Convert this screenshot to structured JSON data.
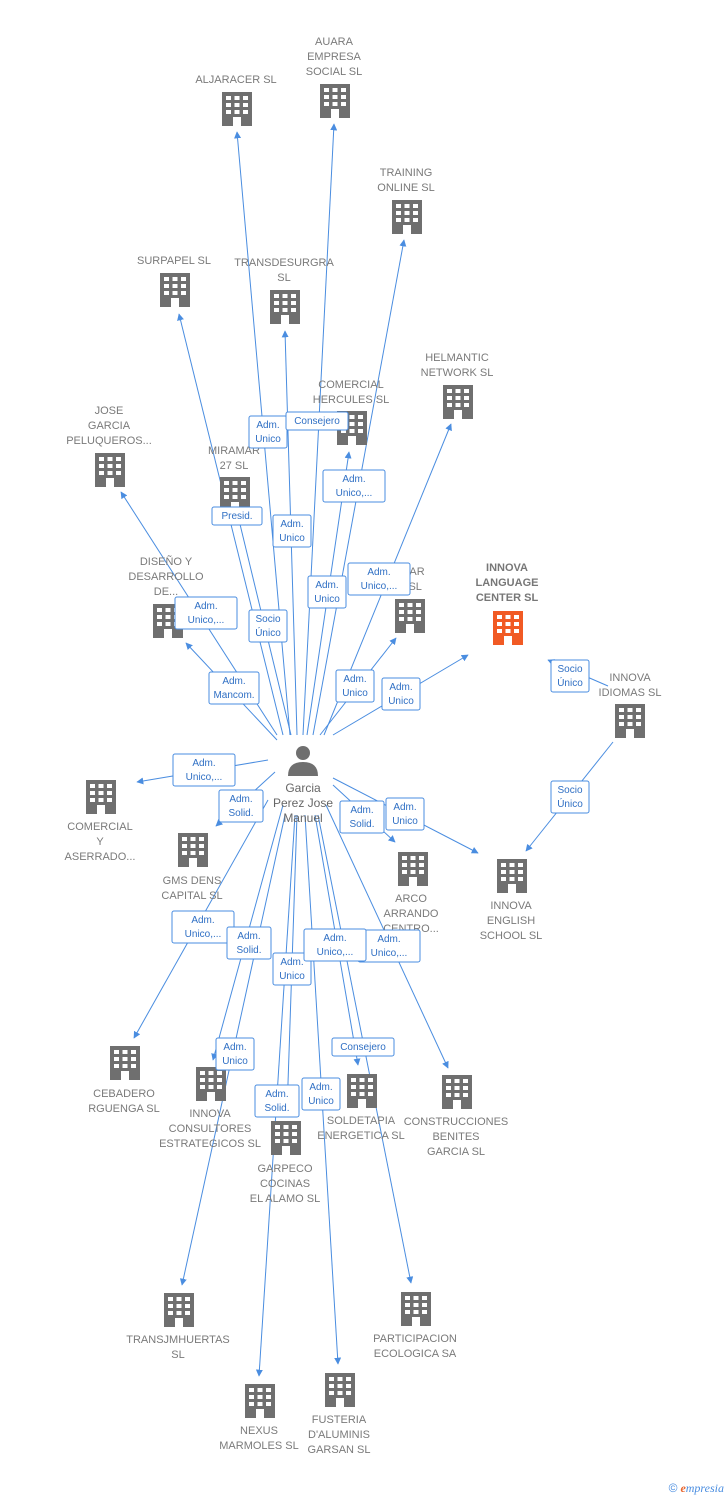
{
  "colors": {
    "edge": "#4a8de0",
    "building": "#6f6f6f",
    "highlight": "#f15a24"
  },
  "center": {
    "lines": [
      "Garcia",
      "Perez Jose",
      "Manuel"
    ],
    "icon": "person-icon"
  },
  "nodes": [
    {
      "id": "aljaracer",
      "lines": [
        "ALJARACER SL"
      ]
    },
    {
      "id": "auara",
      "lines": [
        "AUARA",
        "EMPRESA",
        "SOCIAL  SL"
      ]
    },
    {
      "id": "training",
      "lines": [
        "TRAINING",
        "ONLINE  SL"
      ]
    },
    {
      "id": "surpapel",
      "lines": [
        "SURPAPEL SL"
      ]
    },
    {
      "id": "transdesurgra",
      "lines": [
        "TRANSDESURGRA",
        "SL"
      ]
    },
    {
      "id": "helmantic",
      "lines": [
        "HELMANTIC",
        "NETWORK  SL"
      ]
    },
    {
      "id": "comercial-hercules",
      "lines": [
        "COMERCIAL",
        "HERCULES SL"
      ]
    },
    {
      "id": "jose-garcia",
      "lines": [
        "JOSE",
        "GARCIA",
        "PELUQUEROS..."
      ]
    },
    {
      "id": "miramar",
      "lines": [
        "MIRAMAR",
        "27  SL"
      ]
    },
    {
      "id": "innova-language",
      "lines": [
        "INNOVA",
        "LANGUAGE",
        "CENTER  SL"
      ],
      "highlight": true
    },
    {
      "id": "diseno",
      "lines": [
        "DISEÑO Y",
        "DESARROLLO",
        "DE..."
      ]
    },
    {
      "id": "ular",
      "lines": [
        "ULAR",
        "S  SL"
      ]
    },
    {
      "id": "innova-idiomas",
      "lines": [
        "INNOVA",
        "IDIOMAS SL"
      ]
    },
    {
      "id": "comercial-aserrado",
      "lines": [
        "COMERCIAL",
        "Y",
        "ASERRADO..."
      ]
    },
    {
      "id": "gms",
      "lines": [
        "GMS DENS",
        "CAPITAL  SL"
      ]
    },
    {
      "id": "arco",
      "lines": [
        "ARCO",
        "ARRANDO",
        "CENTRO..."
      ]
    },
    {
      "id": "innova-english",
      "lines": [
        "INNOVA",
        "ENGLISH",
        "SCHOOL  SL"
      ]
    },
    {
      "id": "cebadero",
      "lines": [
        "CEBADERO",
        "RGUENGA  SL"
      ]
    },
    {
      "id": "innova-consultores",
      "lines": [
        "INNOVA",
        "CONSULTORES",
        "ESTRATEGICOS SL"
      ]
    },
    {
      "id": "soldetapia",
      "lines": [
        "SOLDETAPIA",
        "ENERGETICA SL"
      ]
    },
    {
      "id": "construcciones",
      "lines": [
        "CONSTRUCCIONES",
        "BENITES",
        "GARCIA  SL"
      ]
    },
    {
      "id": "garpeco",
      "lines": [
        "GARPECO",
        "COCINAS",
        "EL ALAMO SL"
      ]
    },
    {
      "id": "transjmhuertas",
      "lines": [
        "TRANSJMHUERTAS",
        "SL"
      ]
    },
    {
      "id": "participacion",
      "lines": [
        "PARTICIPACION",
        "ECOLOGICA SA"
      ]
    },
    {
      "id": "nexus",
      "lines": [
        "NEXUS",
        "MARMOLES  SL"
      ]
    },
    {
      "id": "fusteria",
      "lines": [
        "FUSTERIA",
        "D'ALUMINIS",
        "GARSAN SL"
      ]
    }
  ],
  "edges": [
    {
      "to": "aljaracer",
      "label": [
        "Adm.",
        "Unico"
      ]
    },
    {
      "to": "auara",
      "label": [
        "Consejero"
      ]
    },
    {
      "to": "training",
      "label": [
        "Adm.",
        "Unico,..."
      ]
    },
    {
      "to": "surpapel",
      "label": [
        "Socio",
        "Único"
      ]
    },
    {
      "to": "transdesurgra",
      "label": [
        "Adm.",
        "Unico"
      ]
    },
    {
      "to": "helmantic",
      "label": [
        "Adm.",
        "Unico,..."
      ]
    },
    {
      "to": "comercial-hercules",
      "label": [
        "Adm.",
        "Unico"
      ]
    },
    {
      "to": "jose-garcia",
      "label": [
        "Adm.",
        "Mancom."
      ]
    },
    {
      "to": "miramar",
      "label": [
        "Presid."
      ]
    },
    {
      "to": "innova-language",
      "label": [
        "Adm.",
        "Unico"
      ]
    },
    {
      "to": "diseno",
      "label": [
        "Adm.",
        "Unico,..."
      ]
    },
    {
      "to": "ular",
      "label": [
        "Adm.",
        "Unico"
      ]
    },
    {
      "from": "innova-idiomas",
      "to": "innova-language",
      "label": [
        "Socio",
        "Único"
      ]
    },
    {
      "from": "innova-idiomas",
      "to": "innova-english",
      "label": [
        "Socio",
        "Único"
      ]
    },
    {
      "to": "comercial-aserrado",
      "label": [
        "Adm.",
        "Unico,..."
      ]
    },
    {
      "to": "gms",
      "label": [
        "Adm.",
        "Solid."
      ]
    },
    {
      "to": "arco",
      "label": [
        "Adm.",
        "Solid."
      ]
    },
    {
      "to": "innova-english",
      "label": [
        "Adm.",
        "Unico"
      ]
    },
    {
      "to": "cebadero",
      "label": [
        "Adm.",
        "Unico,..."
      ]
    },
    {
      "to": "innova-consultores",
      "label": [
        "Adm.",
        "Solid."
      ]
    },
    {
      "to": "soldetapia",
      "label": [
        "Consejero"
      ]
    },
    {
      "to": "construcciones",
      "label": [
        "Adm.",
        "Unico,..."
      ]
    },
    {
      "to": "garpeco",
      "label": [
        "Adm.",
        "Unico"
      ]
    },
    {
      "to": "transjmhuertas",
      "label": [
        "Adm.",
        "Unico"
      ]
    },
    {
      "to": "participacion",
      "label": [
        "Adm.",
        "Unico,..."
      ]
    },
    {
      "to": "nexus",
      "label": [
        "Adm.",
        "Solid."
      ]
    },
    {
      "to": "fusteria",
      "label": [
        "Adm.",
        "Unico"
      ]
    }
  ],
  "footer": {
    "copyright": "©",
    "brand_initial": "e",
    "brand_rest": "mpresia"
  }
}
